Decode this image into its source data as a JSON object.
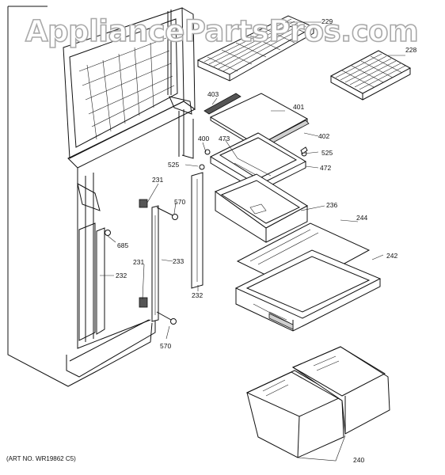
{
  "watermark": "AppliancePartsPros.com",
  "art_number": "(ART NO. WR19862 C5)",
  "callouts": {
    "c229": "229",
    "c228": "228",
    "c403": "403",
    "c401": "401",
    "c402": "402",
    "c400": "400",
    "c473": "473",
    "c525a": "525",
    "c525b": "525",
    "c472": "472",
    "c231a": "231",
    "c231b": "231",
    "c570a": "570",
    "c570b": "570",
    "c236": "236",
    "c244": "244",
    "c685": "685",
    "c233": "233",
    "c232a": "232",
    "c232b": "232",
    "c242": "242",
    "c240": "240"
  }
}
